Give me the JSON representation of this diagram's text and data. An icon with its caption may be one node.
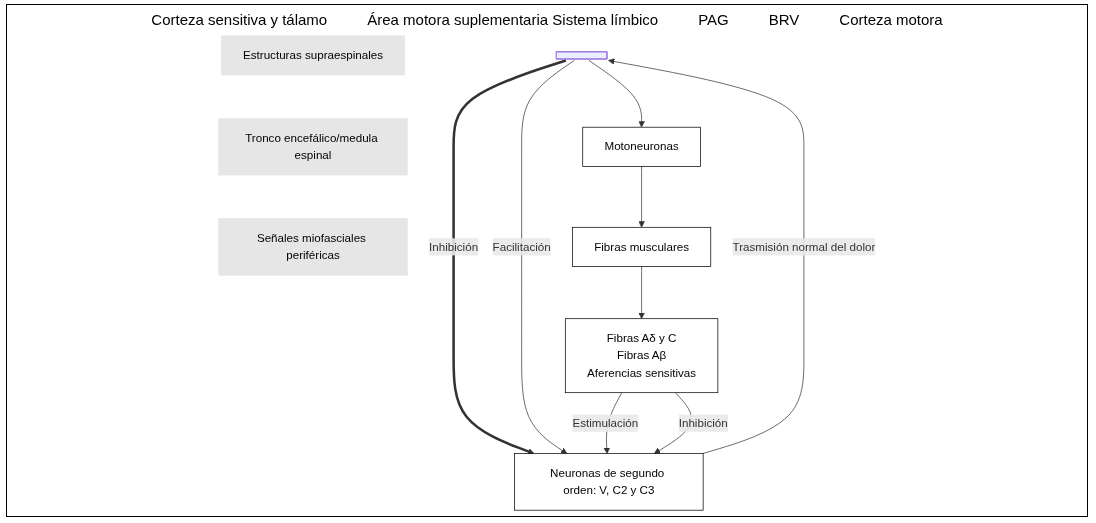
{
  "diagram": {
    "nodes": [
      {
        "text": [
          "Estructuras supraespinales"
        ]
      },
      {
        "text": [],
        "shape": "bar"
      },
      {
        "text": [
          "Tronco encefálico/medula espinal"
        ]
      },
      {
        "text": [
          "Neuronas de segundo orden: V, C2 y C3"
        ]
      },
      {
        "text": [
          "Motoneuronas"
        ]
      },
      {
        "text": [
          "Señales miofasciales periféricas"
        ]
      },
      {
        "text": [
          "Fibras Aδ y C",
          "Fibras Aβ",
          "Aferencias sensitivas"
        ]
      },
      {
        "text": [
          "Fibras musculares"
        ]
      }
    ],
    "edges": [
      {
        "from": 3,
        "to": 1,
        "arrow": "to",
        "label": "Trasmisión normal del dolor"
      },
      {
        "from": 1,
        "to": 3,
        "arrow": "to",
        "label": "Inhibición",
        "style": "thick"
      },
      {
        "from": 1,
        "to": 3,
        "arrow": "to",
        "label": "Facilitación"
      },
      {
        "from": 1,
        "to": 4,
        "arrow": "to"
      },
      {
        "from": 6,
        "to": 3,
        "arrow": "to",
        "label": "Estimulación"
      },
      {
        "from": 6,
        "to": 3,
        "arrow": "to",
        "label": "Inhibición"
      },
      {
        "from": 4,
        "to": 7,
        "arrow": "to"
      },
      {
        "from": 7,
        "to": 6,
        "arrow": "to"
      }
    ],
    "labels": [
      "Corteza sensitiva y tálamo",
      "Área motora suplementaria Sistema límbico",
      "PAG",
      "BRV",
      "Corteza motora"
    ]
  }
}
